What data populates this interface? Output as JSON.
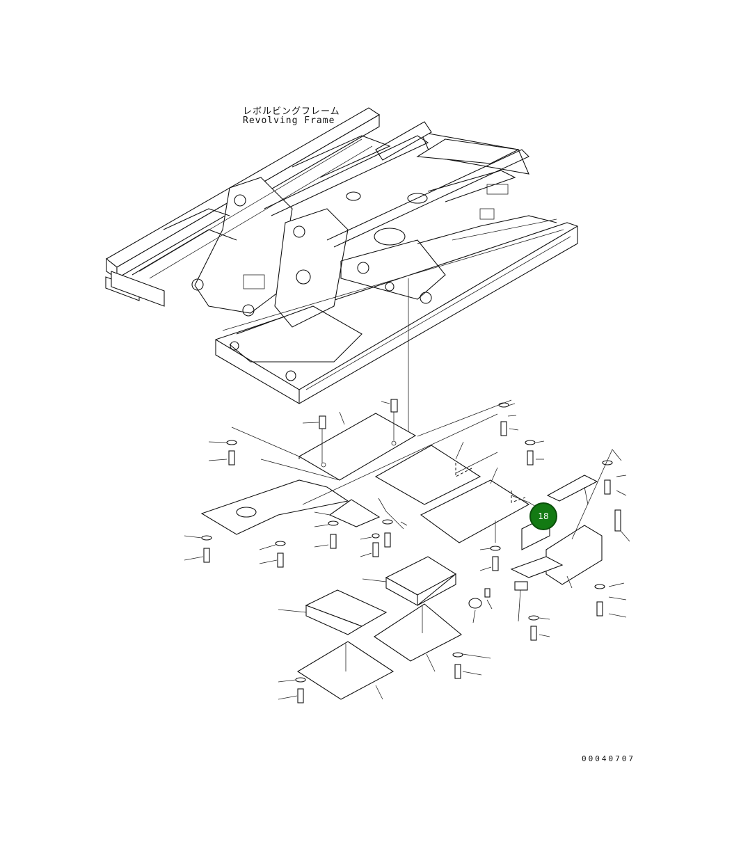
{
  "labels": {
    "frame_jp": "レボルビングフレーム",
    "frame_en": "Revolving Frame",
    "drawing_number": "00040707"
  },
  "callouts": [
    {
      "number": "18",
      "color": "#137a13"
    }
  ]
}
